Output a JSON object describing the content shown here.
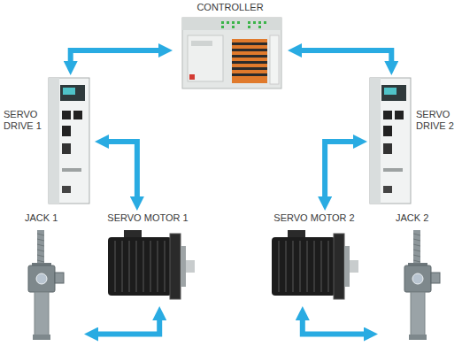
{
  "diagram": {
    "nodes": [
      {
        "text": [
          "CONTROLLER"
        ]
      },
      {
        "text": [
          "SERVO DRIVE 1"
        ]
      },
      {
        "text": [
          "SERVO DRIVE 2"
        ]
      },
      {
        "text": [
          "JACK 1"
        ]
      },
      {
        "text": [
          "SERVO MOTOR 1"
        ]
      },
      {
        "text": [
          "SERVO MOTOR 2"
        ]
      },
      {
        "text": [
          "JACK 2"
        ]
      }
    ],
    "edges": [
      {
        "from": 0,
        "to": 1,
        "arrow": "both"
      },
      {
        "from": 0,
        "to": 2,
        "arrow": "both"
      },
      {
        "from": 1,
        "to": 4,
        "arrow": "both"
      },
      {
        "from": 2,
        "to": 5,
        "arrow": "both"
      },
      {
        "from": 3,
        "to": 4,
        "arrow": "both"
      },
      {
        "from": 6,
        "to": 5,
        "arrow": "both"
      }
    ]
  }
}
